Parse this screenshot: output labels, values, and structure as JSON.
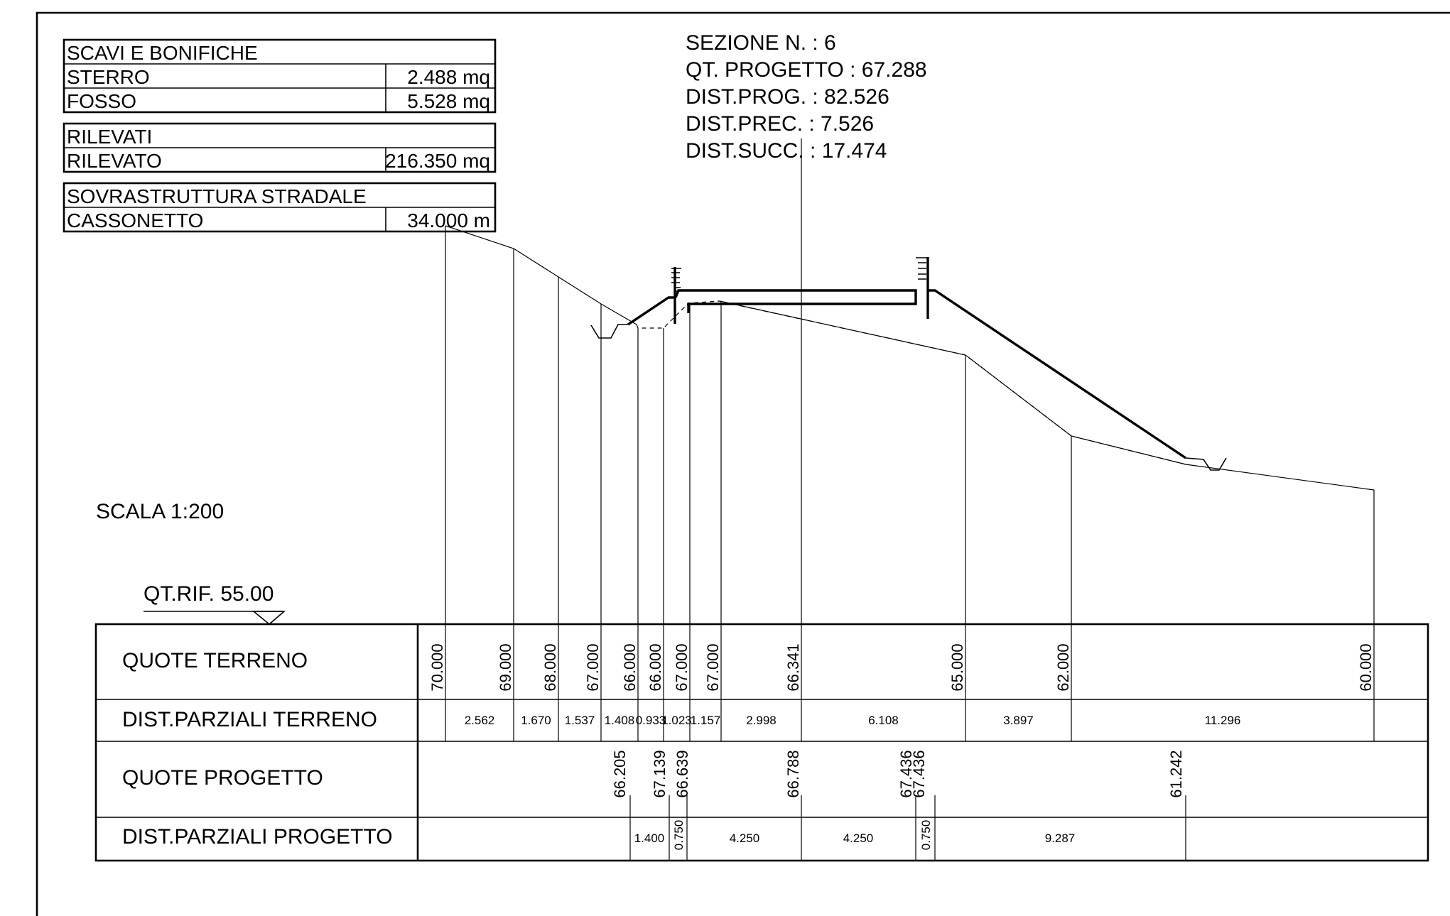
{
  "volumes": {
    "scavi": {
      "title": "SCAVI E BONIFICHE",
      "rows": [
        {
          "label": "STERRO",
          "value": "2.488 mq"
        },
        {
          "label": "FOSSO",
          "value": "5.528 mq"
        }
      ]
    },
    "rilevati": {
      "title": "RILEVATI",
      "rows": [
        {
          "label": "RILEVATO",
          "value": "216.350 mq"
        }
      ]
    },
    "sovrastruttura": {
      "title": "SOVRASTRUTTURA STRADALE",
      "rows": [
        {
          "label": "CASSONETTO",
          "value": "34.000  m"
        }
      ]
    }
  },
  "section_info": {
    "sezione": "SEZIONE N. : 6",
    "qt_progetto": "QT. PROGETTO : 67.288",
    "dist_prog": "DIST.PROG. : 82.526",
    "dist_prec": "DIST.PREC. : 7.526",
    "dist_succ": "DIST.SUCC. : 17.474"
  },
  "scale": "SCALA 1:200",
  "reference": "QT.RIF. 55.00",
  "band": {
    "row_labels": {
      "quote_terreno": "QUOTE TERRENO",
      "dist_terreno": "DIST.PARZIALI TERRENO",
      "quote_progetto": "QUOTE PROGETTO",
      "dist_progetto": "DIST.PARZIALI PROGETTO"
    },
    "quote_terreno": [
      "70.000",
      "69.000",
      "68.000",
      "67.000",
      "66.000",
      "66.000",
      "67.000",
      "67.000",
      "66.341",
      "65.000",
      "62.000",
      "60.000"
    ],
    "dist_terreno": [
      "2.562",
      "1.670",
      "1.537",
      "1.408",
      "0.933",
      "1.023",
      "1.157",
      "2.998",
      "6.108",
      "3.897",
      "11.296"
    ],
    "quote_progetto": [
      "66.205",
      "67.139",
      "66.639",
      "66.788",
      "67.436",
      "67.436",
      "61.242"
    ],
    "dist_progetto": [
      "1.400",
      "0.750",
      "4.250",
      "4.250",
      "0.750",
      "9.287"
    ]
  }
}
